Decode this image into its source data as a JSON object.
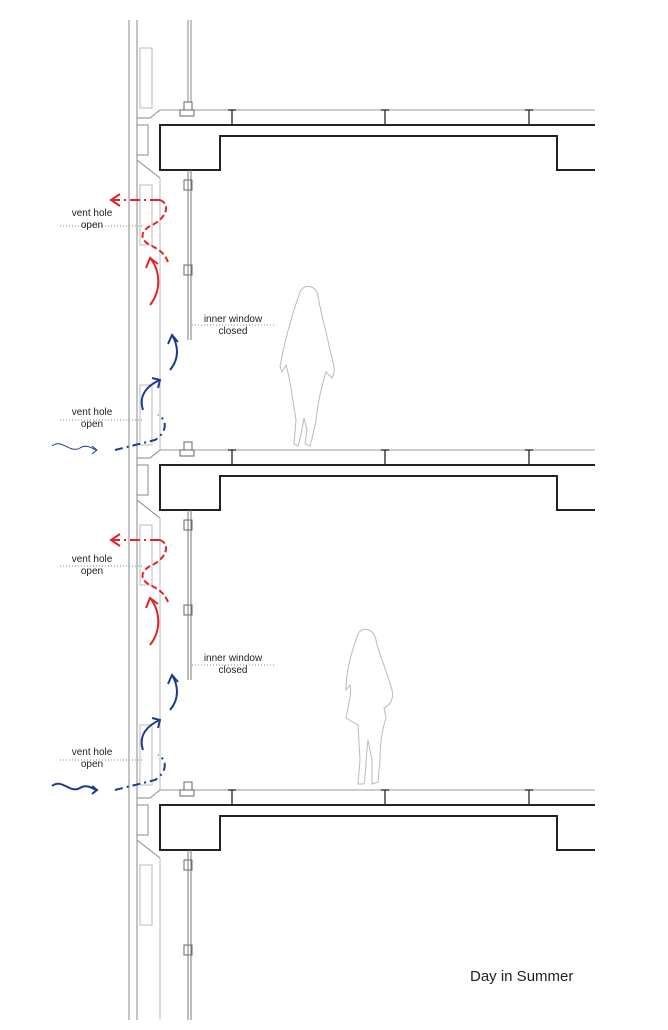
{
  "labels": {
    "vent_hole_open": [
      "vent hole",
      "open"
    ],
    "inner_window_closed": [
      "inner window",
      "closed"
    ]
  },
  "caption": "Day in Summer",
  "colors": {
    "warm_air": "#e0242b",
    "cool_air": "#1f3b8f",
    "line": "#222222",
    "light_line": "#9a9a9a"
  }
}
